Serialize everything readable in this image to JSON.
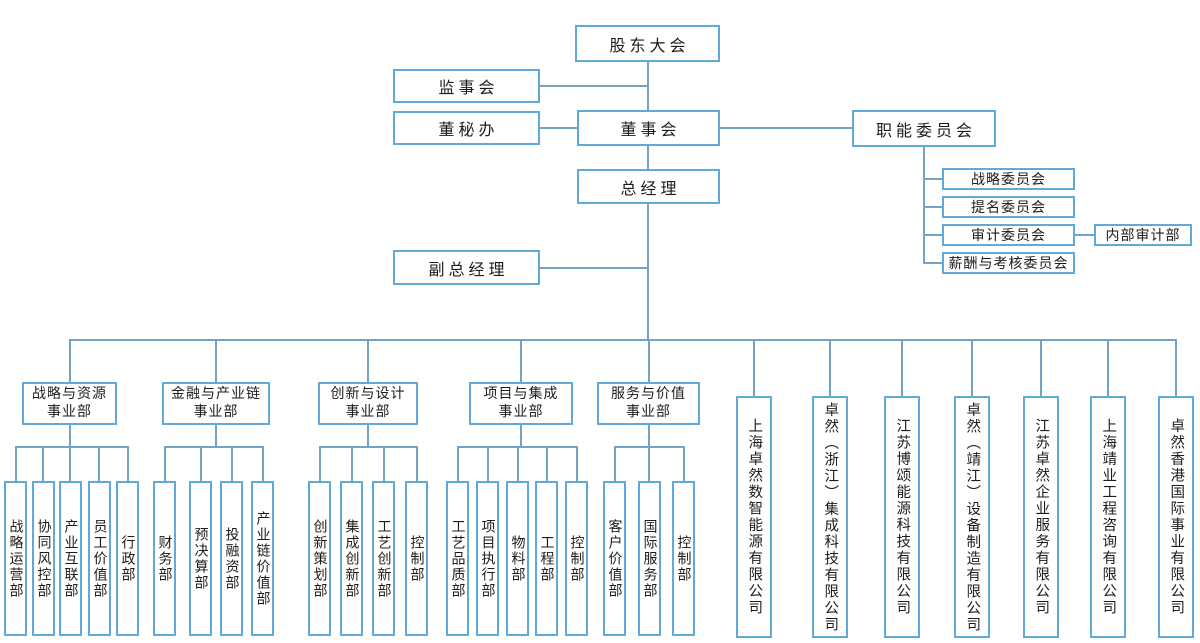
{
  "governance": {
    "shareholders_meeting": "股东大会",
    "supervisory_board": "监事会",
    "board_secretary_office": "董秘办",
    "board_of_directors": "董事会",
    "functional_committees": "职能委员会",
    "general_manager": "总经理",
    "deputy_general_manager": "副总经理",
    "committees": [
      "战略委员会",
      "提名委员会",
      "审计委员会",
      "薪酬与考核委员会"
    ],
    "internal_audit_dept": "内部审计部"
  },
  "divisions": [
    {
      "name_line1": "战略与资源",
      "name_line2": "事业部",
      "departments": [
        "战略运营部",
        "协同风控部",
        "产业互联部",
        "员工价值部",
        "行政部"
      ]
    },
    {
      "name_line1": "金融与产业链",
      "name_line2": "事业部",
      "departments": [
        "财务部",
        "预决算部",
        "投融资部",
        "产业链价值部"
      ]
    },
    {
      "name_line1": "创新与设计",
      "name_line2": "事业部",
      "departments": [
        "创新策划部",
        "集成创新部",
        "工艺创新部",
        "控制部"
      ]
    },
    {
      "name_line1": "项目与集成",
      "name_line2": "事业部",
      "departments": [
        "工艺品质部",
        "项目执行部",
        "物料部",
        "工程部",
        "控制部"
      ]
    },
    {
      "name_line1": "服务与价值",
      "name_line2": "事业部",
      "departments": [
        "客户价值部",
        "国际服务部",
        "控制部"
      ]
    }
  ],
  "subsidiaries": [
    "上海卓然数智能源有限公司",
    "卓然（浙江）集成科技有限公司",
    "江苏博颂能源科技有限公司",
    "卓然（靖江）设备制造有限公司",
    "江苏卓然企业服务有限公司",
    "上海靖业工程咨询有限公司",
    "卓然香港国际事业有限公司"
  ],
  "colors": {
    "box_border": "#5fa9db",
    "connector_line": "#74a3c6",
    "text": "#1c1c1c",
    "background": "#ffffff"
  }
}
